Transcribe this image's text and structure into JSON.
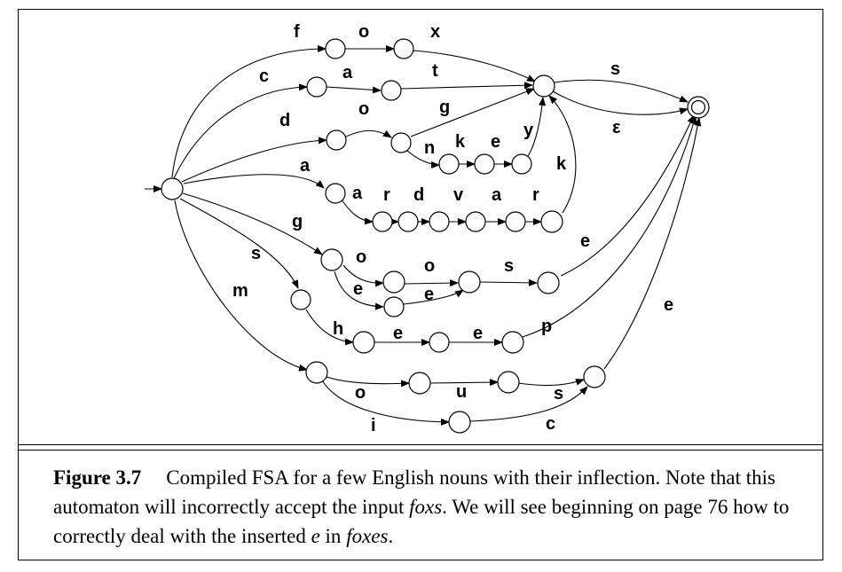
{
  "figure": {
    "number": "Figure 3.7",
    "caption_part1": "Compiled FSA for a few English nouns with their inflection. Note that this automaton will incorrectly accept the input ",
    "caption_italic1": "foxs",
    "caption_part2": ". We will see beginning on page 76 how to correctly deal with the inserted ",
    "caption_italic2": "e",
    "caption_part3": " in ",
    "caption_italic3": "foxes",
    "caption_part4": "."
  },
  "diagram": {
    "labels": [
      {
        "id": "f",
        "text": "f"
      },
      {
        "id": "o1",
        "text": "o"
      },
      {
        "id": "x",
        "text": "x"
      },
      {
        "id": "c1",
        "text": "c"
      },
      {
        "id": "a1",
        "text": "a"
      },
      {
        "id": "t",
        "text": "t"
      },
      {
        "id": "s1",
        "text": "s"
      },
      {
        "id": "d",
        "text": "d"
      },
      {
        "id": "o2",
        "text": "o"
      },
      {
        "id": "g1",
        "text": "g"
      },
      {
        "id": "y",
        "text": "y"
      },
      {
        "id": "eps",
        "text": "ε"
      },
      {
        "id": "n",
        "text": "n"
      },
      {
        "id": "k1",
        "text": "k"
      },
      {
        "id": "e1",
        "text": "e"
      },
      {
        "id": "k2",
        "text": "k"
      },
      {
        "id": "a2",
        "text": "a"
      },
      {
        "id": "a3",
        "text": "a"
      },
      {
        "id": "r1",
        "text": "r"
      },
      {
        "id": "d2",
        "text": "d"
      },
      {
        "id": "v",
        "text": "v"
      },
      {
        "id": "a4",
        "text": "a"
      },
      {
        "id": "r2",
        "text": "r"
      },
      {
        "id": "g2",
        "text": "g"
      },
      {
        "id": "e2",
        "text": "e"
      },
      {
        "id": "s2",
        "text": "s"
      },
      {
        "id": "o3",
        "text": "o"
      },
      {
        "id": "o4",
        "text": "o"
      },
      {
        "id": "s3",
        "text": "s"
      },
      {
        "id": "e3",
        "text": "e"
      },
      {
        "id": "e4",
        "text": "e"
      },
      {
        "id": "m",
        "text": "m"
      },
      {
        "id": "e5",
        "text": "e"
      },
      {
        "id": "h",
        "text": "h"
      },
      {
        "id": "e6",
        "text": "e"
      },
      {
        "id": "e7",
        "text": "e"
      },
      {
        "id": "p",
        "text": "p"
      },
      {
        "id": "o5",
        "text": "o"
      },
      {
        "id": "u",
        "text": "u"
      },
      {
        "id": "s4",
        "text": "s"
      },
      {
        "id": "i",
        "text": "i"
      },
      {
        "id": "c2",
        "text": "c"
      }
    ]
  }
}
